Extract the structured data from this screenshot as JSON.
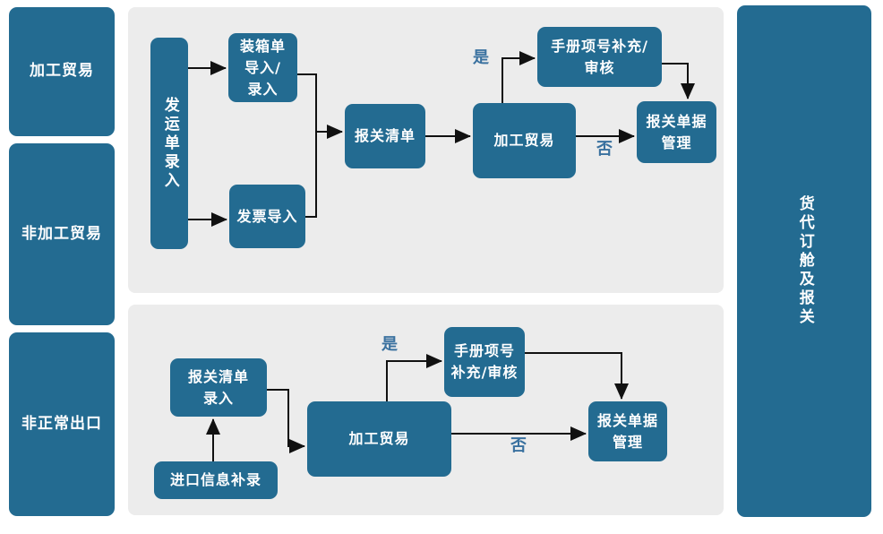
{
  "colors": {
    "node_fill": "#236b91",
    "node_text": "#ffffff",
    "panel_bg": "#ececec",
    "page_bg": "#ffffff",
    "branch_label_text": "#3a719f",
    "arrow": "#111111"
  },
  "left_column": {
    "items": [
      {
        "label": "加工贸易"
      },
      {
        "label": "非加工贸易"
      },
      {
        "label": "非正常出口"
      }
    ]
  },
  "right_column": {
    "label": "货代订舱及报关"
  },
  "top_flow": {
    "shipping_entry": {
      "label": "发运单录入"
    },
    "packing_list": {
      "lines": [
        "装箱单",
        "导入/",
        "录入"
      ]
    },
    "invoice_import": {
      "label": "发票导入"
    },
    "declaration_list": {
      "label": "报关清单"
    },
    "processing_trade": {
      "label": "加工贸易"
    },
    "manual_item": {
      "lines": [
        "手册项号补充/",
        "审核"
      ]
    },
    "doc_management": {
      "lines": [
        "报关单据",
        "管理"
      ]
    },
    "yes_label": "是",
    "no_label": "否"
  },
  "bottom_flow": {
    "declaration_entry": {
      "lines": [
        "报关清单",
        "录入"
      ]
    },
    "import_info": {
      "label": "进口信息补录"
    },
    "processing_trade": {
      "label": "加工贸易"
    },
    "manual_item": {
      "lines": [
        "手册项号",
        "补充/审核"
      ]
    },
    "doc_management": {
      "lines": [
        "报关单据",
        "管理"
      ]
    },
    "yes_label": "是",
    "no_label": "否"
  }
}
